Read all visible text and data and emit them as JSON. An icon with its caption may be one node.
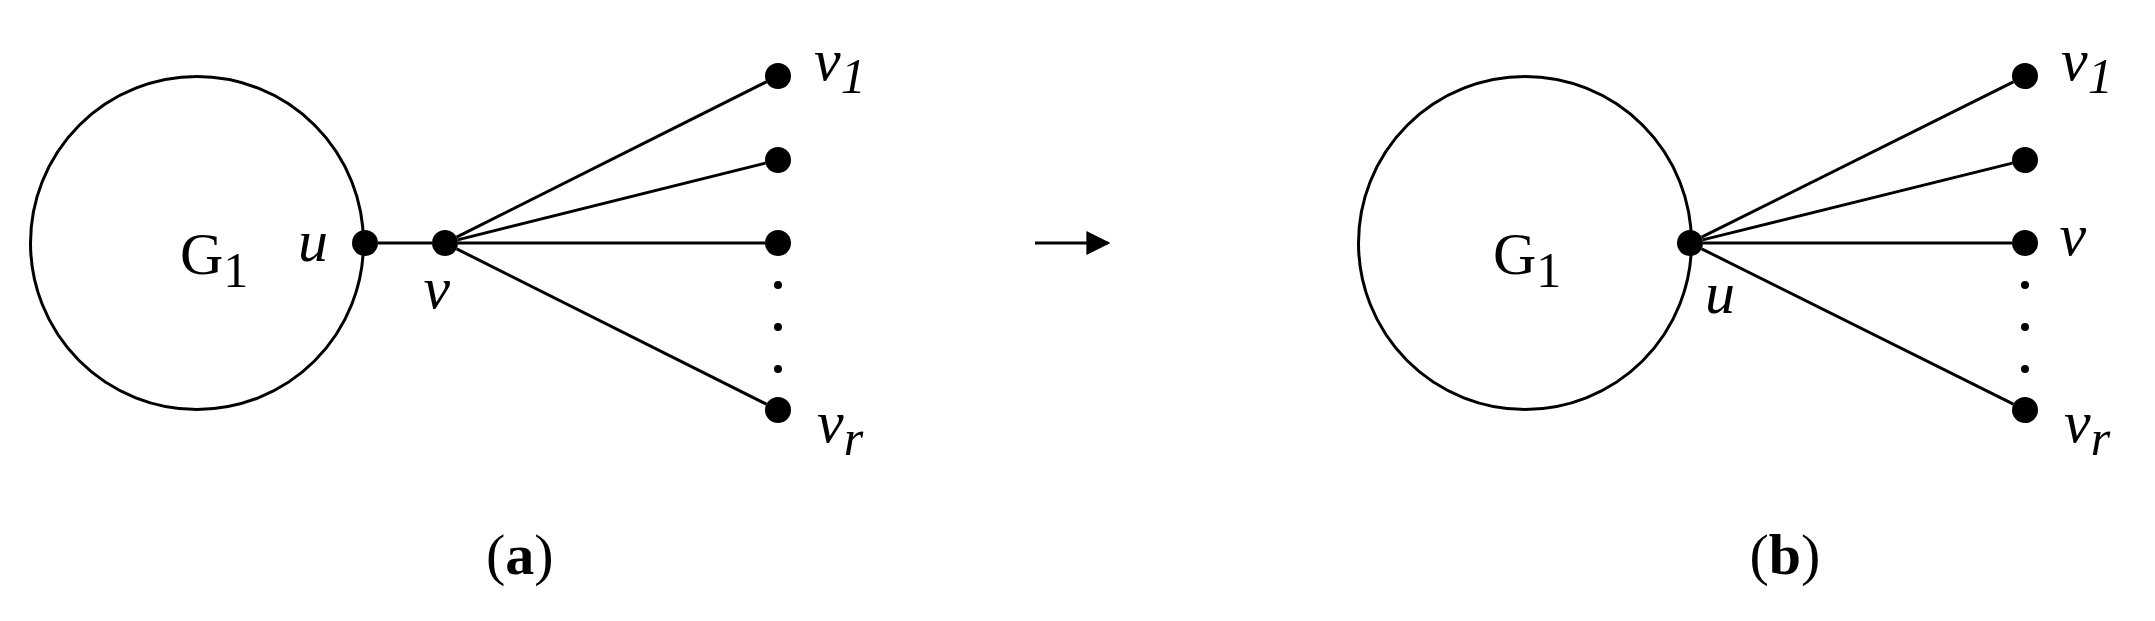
{
  "diagram": {
    "nodes": [
      {
        "text": [
          "G$_{1}$"
        ]
      },
      {
        "text": [
          "u"
        ]
      },
      {
        "text": [
          "v"
        ]
      },
      {
        "text": [
          "v$_{1}$"
        ]
      },
      {
        "text": [],
        "shape": "circle"
      },
      {
        "text": [],
        "shape": "circle"
      },
      {
        "text": [
          "v$_{r}$"
        ]
      },
      {
        "text": [
          "G$_{1}$"
        ]
      },
      {
        "text": [
          "u"
        ]
      },
      {
        "text": [
          "v$_{1}$"
        ]
      },
      {
        "text": [],
        "shape": "circle"
      },
      {
        "text": [
          "v"
        ]
      },
      {
        "text": [
          "v$_{r}$"
        ]
      }
    ],
    "edges": [
      {
        "from": 1,
        "to": 2,
        "arrow": "none"
      },
      {
        "from": 2,
        "to": 3,
        "arrow": "none"
      },
      {
        "from": 2,
        "to": 4,
        "arrow": "none"
      },
      {
        "from": 2,
        "to": 5,
        "arrow": "none"
      },
      {
        "from": 2,
        "to": 6,
        "arrow": "none"
      },
      {
        "from": 8,
        "to": 9,
        "arrow": "none"
      },
      {
        "from": 8,
        "to": 10,
        "arrow": "none"
      },
      {
        "from": 8,
        "to": 11,
        "arrow": "none"
      },
      {
        "from": 8,
        "to": 12,
        "arrow": "none"
      }
    ],
    "labels": [
      "(**a**)",
      "(**b**)"
    ]
  }
}
